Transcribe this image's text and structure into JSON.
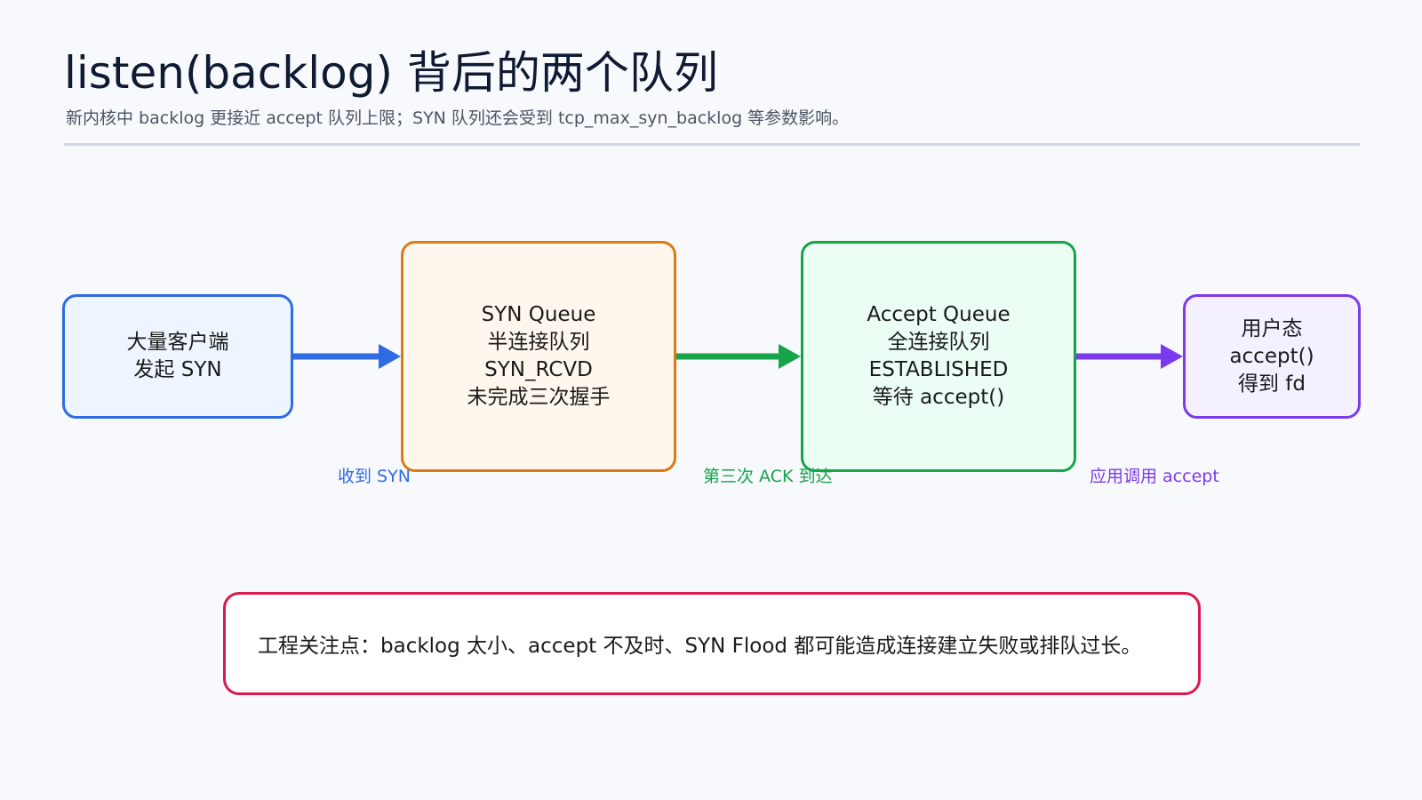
{
  "header": {
    "title": "listen(backlog) 背后的两个队列",
    "subtitle": "新内核中 backlog 更接近 accept 队列上限；SYN 队列还会受到 tcp_max_syn_backlog 等参数影响。"
  },
  "nodes": {
    "clients": {
      "lines": [
        "大量客户端",
        "发起 SYN"
      ]
    },
    "syn_queue": {
      "lines": [
        "SYN Queue",
        "半连接队列",
        "SYN_RCVD",
        "未完成三次握手"
      ]
    },
    "accept_queue": {
      "lines": [
        "Accept Queue",
        "全连接队列",
        "ESTABLISHED",
        "等待 accept()"
      ]
    },
    "user_space": {
      "lines": [
        "用户态",
        "accept()",
        "得到 fd"
      ]
    }
  },
  "edges": {
    "syn": "收到 SYN",
    "ack": "第三次 ACK 到达",
    "accept": "应用调用 accept"
  },
  "note": {
    "text": "工程关注点：backlog 太小、accept 不及时、SYN Flood 都可能造成连接建立失败或排队过长。"
  },
  "colors": {
    "blue": "#2f6be2",
    "orange": "#d97d12",
    "green": "#16a34a",
    "purple": "#7c3aed",
    "red": "#d81b4c"
  }
}
